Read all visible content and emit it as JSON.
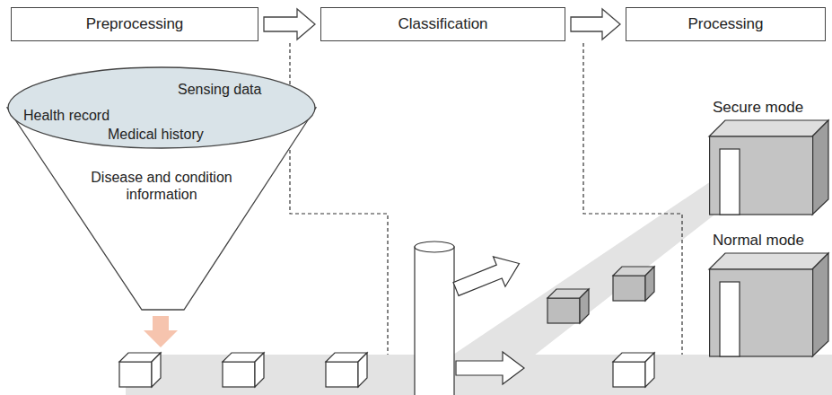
{
  "diagram": {
    "nodes": [
      {
        "text": [
          "Preprocessing"
        ]
      },
      {
        "text": [
          "Classification"
        ]
      },
      {
        "text": [
          "Processing"
        ]
      },
      {
        "text": [
          "Disease and condition information"
        ]
      },
      {
        "text": [
          "Sensing data",
          "Health record",
          "Medical history"
        ],
        "in": 3
      },
      {
        "text": [
          "Secure mode"
        ]
      },
      {
        "text": [
          "Normal mode"
        ]
      }
    ],
    "edges": [
      {
        "from": 0,
        "to": 1,
        "arrow": "to"
      },
      {
        "from": 1,
        "to": 2,
        "arrow": "to"
      }
    ]
  }
}
